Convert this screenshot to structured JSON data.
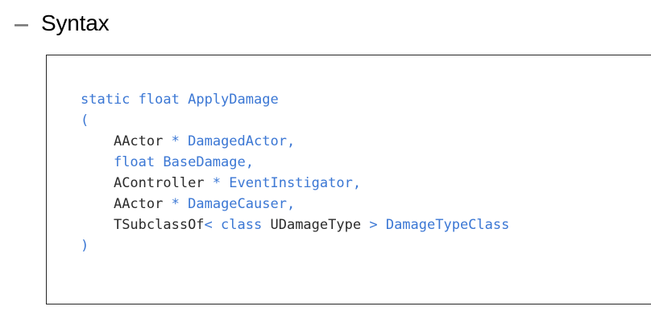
{
  "section": {
    "collapse_icon": "minus-icon",
    "collapsed": false,
    "title": "Syntax"
  },
  "colors": {
    "page_background": "#ffffff",
    "heading_text": "#000000",
    "code_border": "#262626",
    "code_background": "#ffffff",
    "code_default_text": "#2b2b2b",
    "code_keyword": "#3b77d4",
    "code_identifier": "#3b77d4",
    "code_type": "#2b2b2b",
    "collapse_icon": "#6d6d6d"
  },
  "code_block": {
    "language": "cpp",
    "signature_name": "ApplyDamage",
    "return_type": "float",
    "raw_text": "static float ApplyDamage\n(\n    AActor * DamagedActor,\n    float BaseDamage,\n    AController * EventInstigator,\n    AActor * DamageCauser,\n    TSubclassOf< class UDamageType > DamageTypeClass\n)",
    "lines": [
      {
        "indent": 0,
        "tokens": [
          {
            "text": "static",
            "kind": "kw"
          },
          {
            "text": " ",
            "kind": "plain"
          },
          {
            "text": "float",
            "kind": "kw"
          },
          {
            "text": " ",
            "kind": "plain"
          },
          {
            "text": "ApplyDamage",
            "kind": "fn"
          }
        ]
      },
      {
        "indent": 0,
        "tokens": [
          {
            "text": "(",
            "kind": "op"
          }
        ]
      },
      {
        "indent": 4,
        "tokens": [
          {
            "text": "AActor",
            "kind": "type"
          },
          {
            "text": " ",
            "kind": "plain"
          },
          {
            "text": "*",
            "kind": "op"
          },
          {
            "text": " ",
            "kind": "plain"
          },
          {
            "text": "DamagedActor,",
            "kind": "var"
          }
        ]
      },
      {
        "indent": 4,
        "tokens": [
          {
            "text": "float",
            "kind": "kw"
          },
          {
            "text": " ",
            "kind": "plain"
          },
          {
            "text": "BaseDamage,",
            "kind": "var"
          }
        ]
      },
      {
        "indent": 4,
        "tokens": [
          {
            "text": "AController",
            "kind": "type"
          },
          {
            "text": " ",
            "kind": "plain"
          },
          {
            "text": "*",
            "kind": "op"
          },
          {
            "text": " ",
            "kind": "plain"
          },
          {
            "text": "EventInstigator,",
            "kind": "var"
          }
        ]
      },
      {
        "indent": 4,
        "tokens": [
          {
            "text": "AActor",
            "kind": "type"
          },
          {
            "text": " ",
            "kind": "plain"
          },
          {
            "text": "*",
            "kind": "op"
          },
          {
            "text": " ",
            "kind": "plain"
          },
          {
            "text": "DamageCauser,",
            "kind": "var"
          }
        ]
      },
      {
        "indent": 4,
        "tokens": [
          {
            "text": "TSubclassOf",
            "kind": "type"
          },
          {
            "text": "<",
            "kind": "op"
          },
          {
            "text": " ",
            "kind": "plain"
          },
          {
            "text": "class",
            "kind": "kw"
          },
          {
            "text": " ",
            "kind": "plain"
          },
          {
            "text": "UDamageType",
            "kind": "type"
          },
          {
            "text": " ",
            "kind": "plain"
          },
          {
            "text": ">",
            "kind": "op"
          },
          {
            "text": " ",
            "kind": "plain"
          },
          {
            "text": "DamageTypeClass",
            "kind": "var"
          }
        ]
      },
      {
        "indent": 0,
        "tokens": [
          {
            "text": ")",
            "kind": "op"
          }
        ]
      }
    ]
  }
}
